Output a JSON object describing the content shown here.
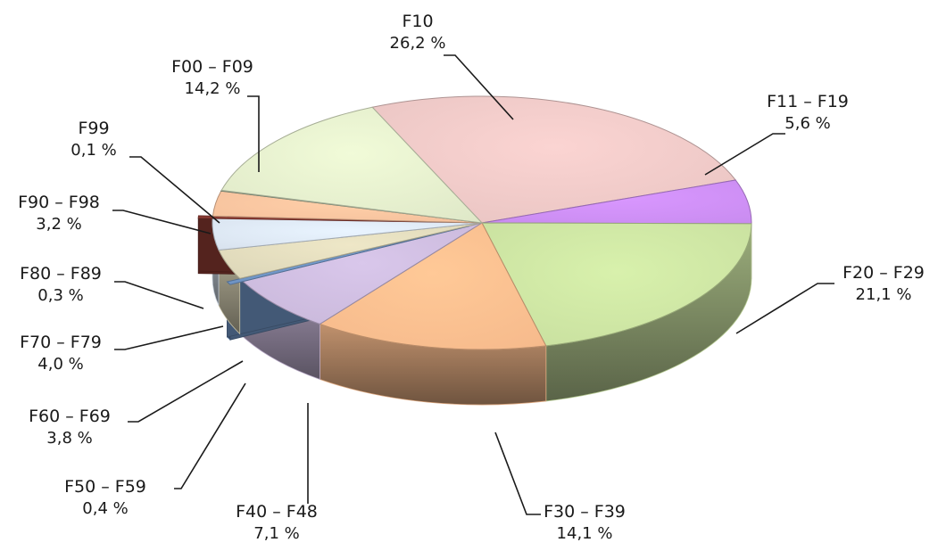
{
  "chart_data": {
    "type": "pie",
    "style": "3d-exploded",
    "title": "",
    "slices": [
      {
        "label": "F10",
        "value_text": "26,2 %",
        "value": 26.2,
        "color": "#e8c4c2"
      },
      {
        "label": "F11 – F19",
        "value_text": "5,6 %",
        "value": 5.6,
        "color": "#c98cf0"
      },
      {
        "label": "F20 – F29",
        "value_text": "21,1 %",
        "value": 21.1,
        "color": "#c8df9f"
      },
      {
        "label": "F30 – F39",
        "value_text": "14,1 %",
        "value": 14.1,
        "color": "#f6ba8c"
      },
      {
        "label": "F40 – F48",
        "value_text": "7,1 %",
        "value": 7.1,
        "color": "#c9b8da"
      },
      {
        "label": "F50 – F59",
        "value_text": "0,4 %",
        "value": 0.4,
        "color": "#6f94c4"
      },
      {
        "label": "F60 – F69",
        "value_text": "3,8 %",
        "value": 3.8,
        "color": "#dcd6b8"
      },
      {
        "label": "F70 – F79",
        "value_text": "4,0 %",
        "value": 4.0,
        "color": "#d8e2ee"
      },
      {
        "label": "F80 – F89",
        "value_text": "0,3 %",
        "value": 0.3,
        "color": "#8c3a32"
      },
      {
        "label": "F90 – F98",
        "value_text": "3,2 %",
        "value": 3.2,
        "color": "#f4c09c"
      },
      {
        "label": "F99",
        "value_text": "0,1 %",
        "value": 0.1,
        "color": "#90a890"
      },
      {
        "label": "F00 – F09",
        "value_text": "14,2 %",
        "value": 14.2,
        "color": "#dfe8c8"
      }
    ]
  }
}
